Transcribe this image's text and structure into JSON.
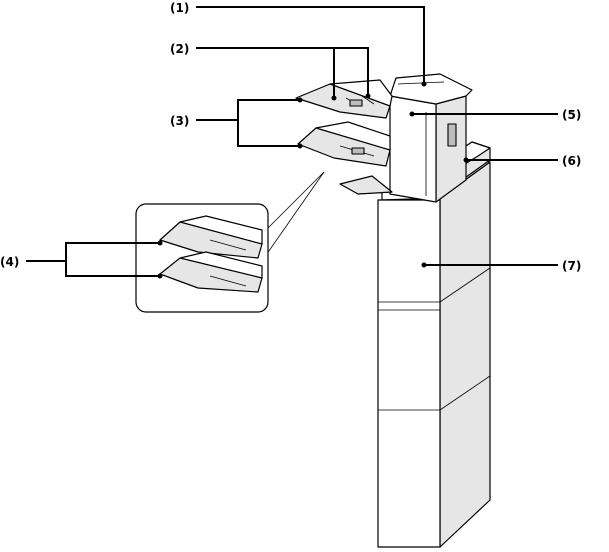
{
  "callouts": {
    "c1": "(1)",
    "c2": "(2)",
    "c3": "(3)",
    "c4": "(4)",
    "c5": "(5)",
    "c6": "(6)",
    "c7": "(7)"
  },
  "colors": {
    "line": "#000000",
    "background": "#ffffff",
    "shade": "#e6e6e6",
    "dark_shade": "#bdbdbd"
  }
}
